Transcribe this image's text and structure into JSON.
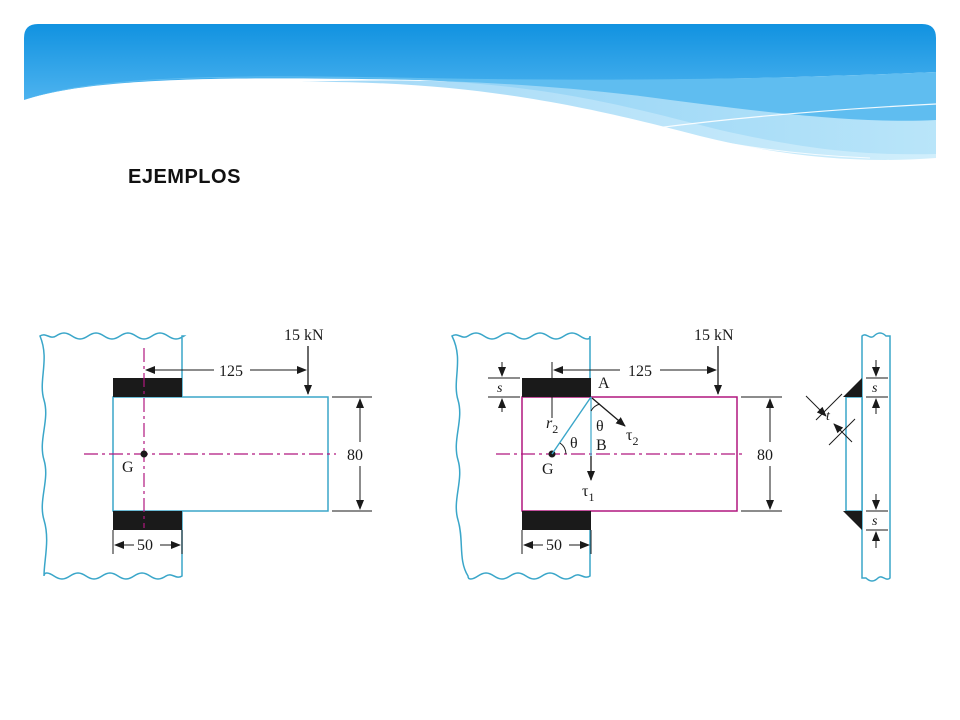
{
  "slide": {
    "title": "EJEMPLOS"
  },
  "colors": {
    "banner_dark": "#1e9ae6",
    "banner_light": "#9fd8f5",
    "outline": "#3aa6c9",
    "axis": "#b0177f",
    "weld": "#1a1a1a",
    "ink": "#1a1a1a"
  },
  "diagram_left": {
    "load": "15 kN",
    "dim_125": "125",
    "dim_80": "80",
    "dim_50": "50",
    "centroid": "G"
  },
  "diagram_middle": {
    "load": "15 kN",
    "dim_125": "125",
    "dim_80": "80",
    "dim_50": "50",
    "centroid": "G",
    "weld_size": "s",
    "point_a": "A",
    "point_b": "B",
    "radius": "r",
    "radius_sub": "2",
    "angle": "θ",
    "tau": "τ",
    "tau1_sub": "1",
    "tau2_sub": "2"
  },
  "diagram_right": {
    "weld_size": "s",
    "throat": "t"
  }
}
